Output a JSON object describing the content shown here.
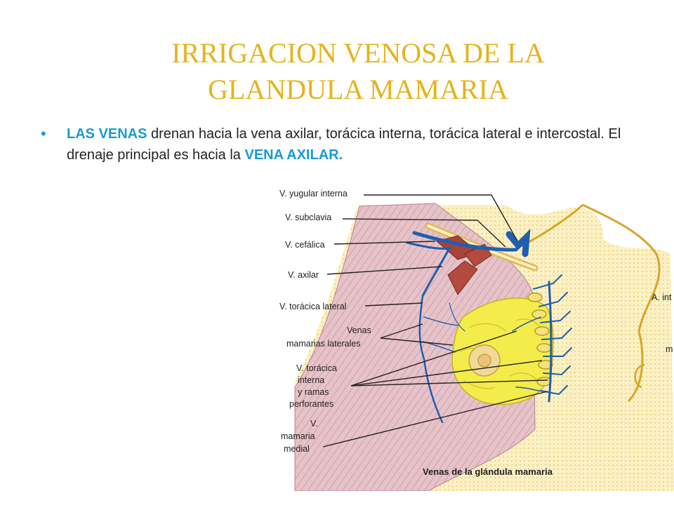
{
  "title": {
    "line1": "IRRIGACION VENOSA DE LA",
    "line2": "GLANDULA MAMARIA"
  },
  "bullet": {
    "lead": "LAS VENAS",
    "text": " drenan hacia la vena axilar, torácica interna, torácica lateral e intercostal. El drenaje principal es hacia la ",
    "emphasis": "VENA AXILAR."
  },
  "figure": {
    "labels_left": {
      "yugular": "V. yugular interna",
      "subclavia": "V. subclavia",
      "cefalica": "V. cefálica",
      "axilar": "V. axilar",
      "toracica_lateral": "V. torácica lateral",
      "venas_1": "Venas",
      "venas_2": "mamarias laterales",
      "interna_1": "V. torácica",
      "interna_2": "interna",
      "interna_3": "y ramas",
      "interna_4": "perforantes",
      "medial_1": "V.",
      "medial_2": "mamaria",
      "medial_3": "medial"
    },
    "labels_right": {
      "a_int": "A. int",
      "m": "m"
    },
    "caption": "Venas de la glándula mamaria",
    "colors": {
      "vein": "#1f5fb0",
      "gland": "#f4ec4a",
      "skin": "#f7e8a8",
      "muscle": "#e2b7c1",
      "outline": "#d9a52a"
    }
  }
}
